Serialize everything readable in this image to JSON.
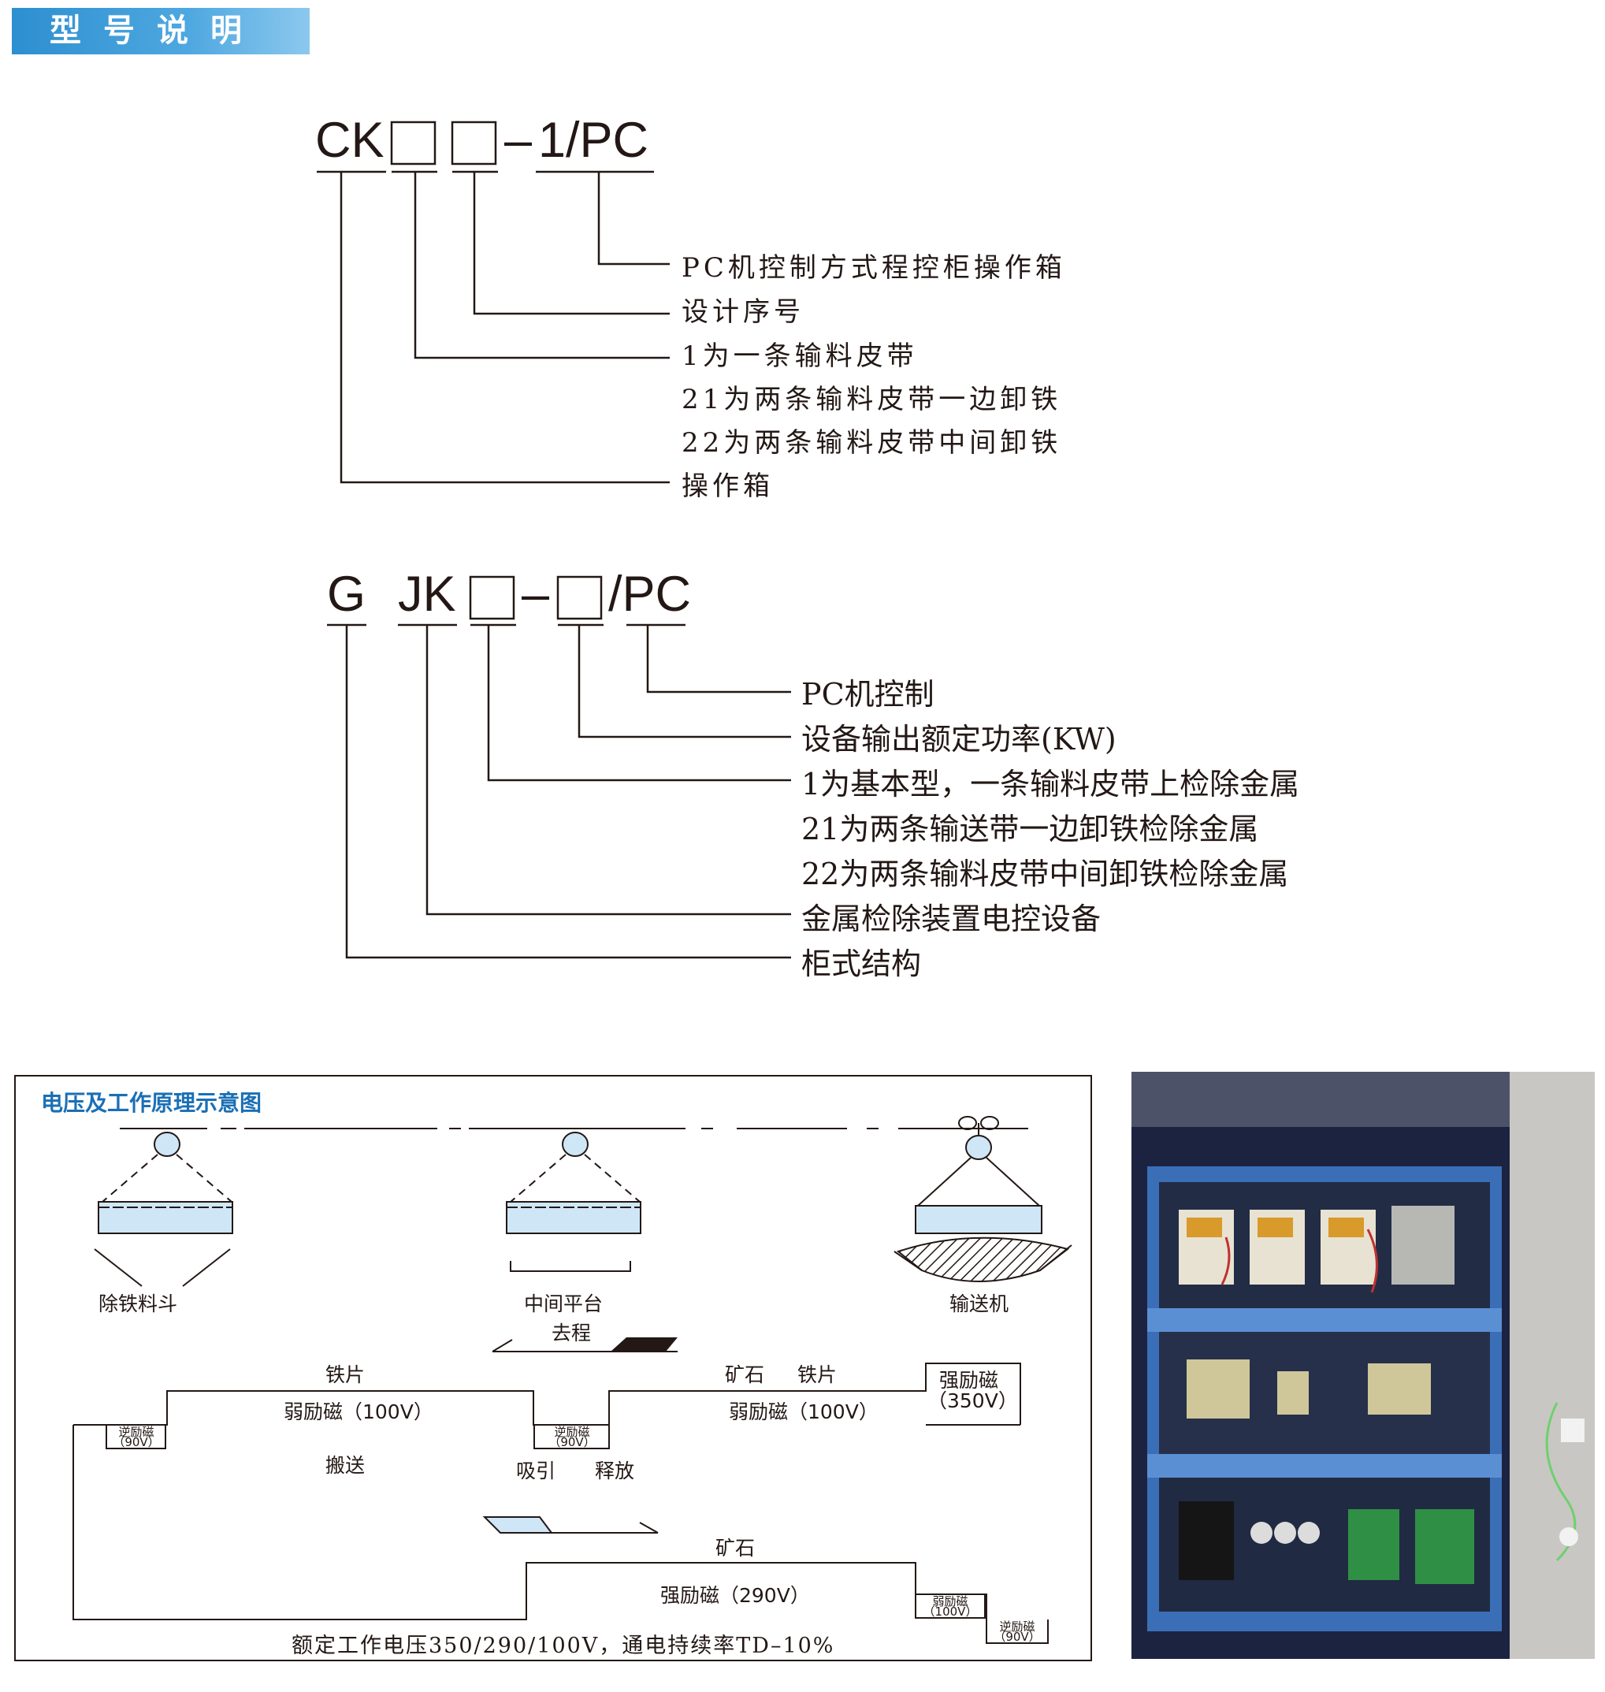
{
  "header": {
    "title": "型号说明"
  },
  "model1": {
    "code_prefix": "CK",
    "code_dash": "–",
    "code_suffix": "1/PC",
    "descriptions": [
      "PC机控制方式程控柜操作箱",
      "设计序号",
      "1为一条输料皮带",
      "21为两条输料皮带一边卸铁",
      "22为两条输料皮带中间卸铁",
      "操作箱"
    ]
  },
  "model2": {
    "code_g": "G",
    "code_jk": "JK",
    "code_dash": "–",
    "code_suffix": "/PC",
    "descriptions": [
      "PC机控制",
      "设备输出额定功率(KW)",
      "1为基本型，一条输料皮带上检除金属",
      "21为两条输送带一边卸铁检除金属",
      "22为两条输料皮带中间卸铁检除金属",
      "金属检除装置电控设备",
      "柜式结构"
    ]
  },
  "diagram": {
    "title": "电压及工作原理示意图",
    "stations": [
      "除铁料斗",
      "中间平台",
      "输送机"
    ],
    "qucheng": "去程",
    "tiepian_left": "铁片",
    "kuangshi_top": "矿石",
    "tiepian_right": "铁片",
    "weak_left": "弱励磁（100V）",
    "weak_right": "弱励磁（100V）",
    "strong_350_line1": "强励磁",
    "strong_350_line2": "（350V）",
    "reverse_left_1": "逆励磁",
    "reverse_left_2": "（90V）",
    "reverse_mid_1": "逆励磁",
    "reverse_mid_2": "（90V）",
    "carry": "搬送",
    "attract": "吸引",
    "release": "释放",
    "kuangshi_bottom": "矿石",
    "strong_290": "强励磁（290V）",
    "weak_100_small_1": "弱励磁",
    "weak_100_small_2": "（100V）",
    "reverse_right_1": "逆励磁",
    "reverse_right_2": "（90V）",
    "rated": "额定工作电压350/290/100V，通电持续率TD–10%"
  },
  "colors": {
    "header_blue": "#2d8fd0",
    "diagram_title_blue": "#1a6fb5",
    "magnet_fill": "#cfe6f7",
    "cabinet_blue": "#3a6fb8"
  }
}
